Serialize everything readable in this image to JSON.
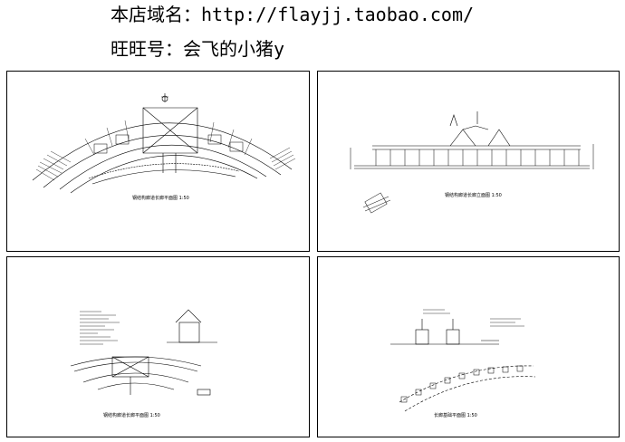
{
  "header": {
    "shop_domain": "本店域名：http://flayjj.taobao.com/",
    "wangwang": "旺旺号：会飞的小猪y"
  },
  "drawings": [
    {
      "caption": "钢结构廊道长廊平面图  1:50"
    },
    {
      "caption": "钢结构廊道长廊立面图  1:50"
    },
    {
      "caption": "钢结构廊道长廊平面图  1:50"
    },
    {
      "caption": "长廊基础平面图  1:50"
    }
  ]
}
